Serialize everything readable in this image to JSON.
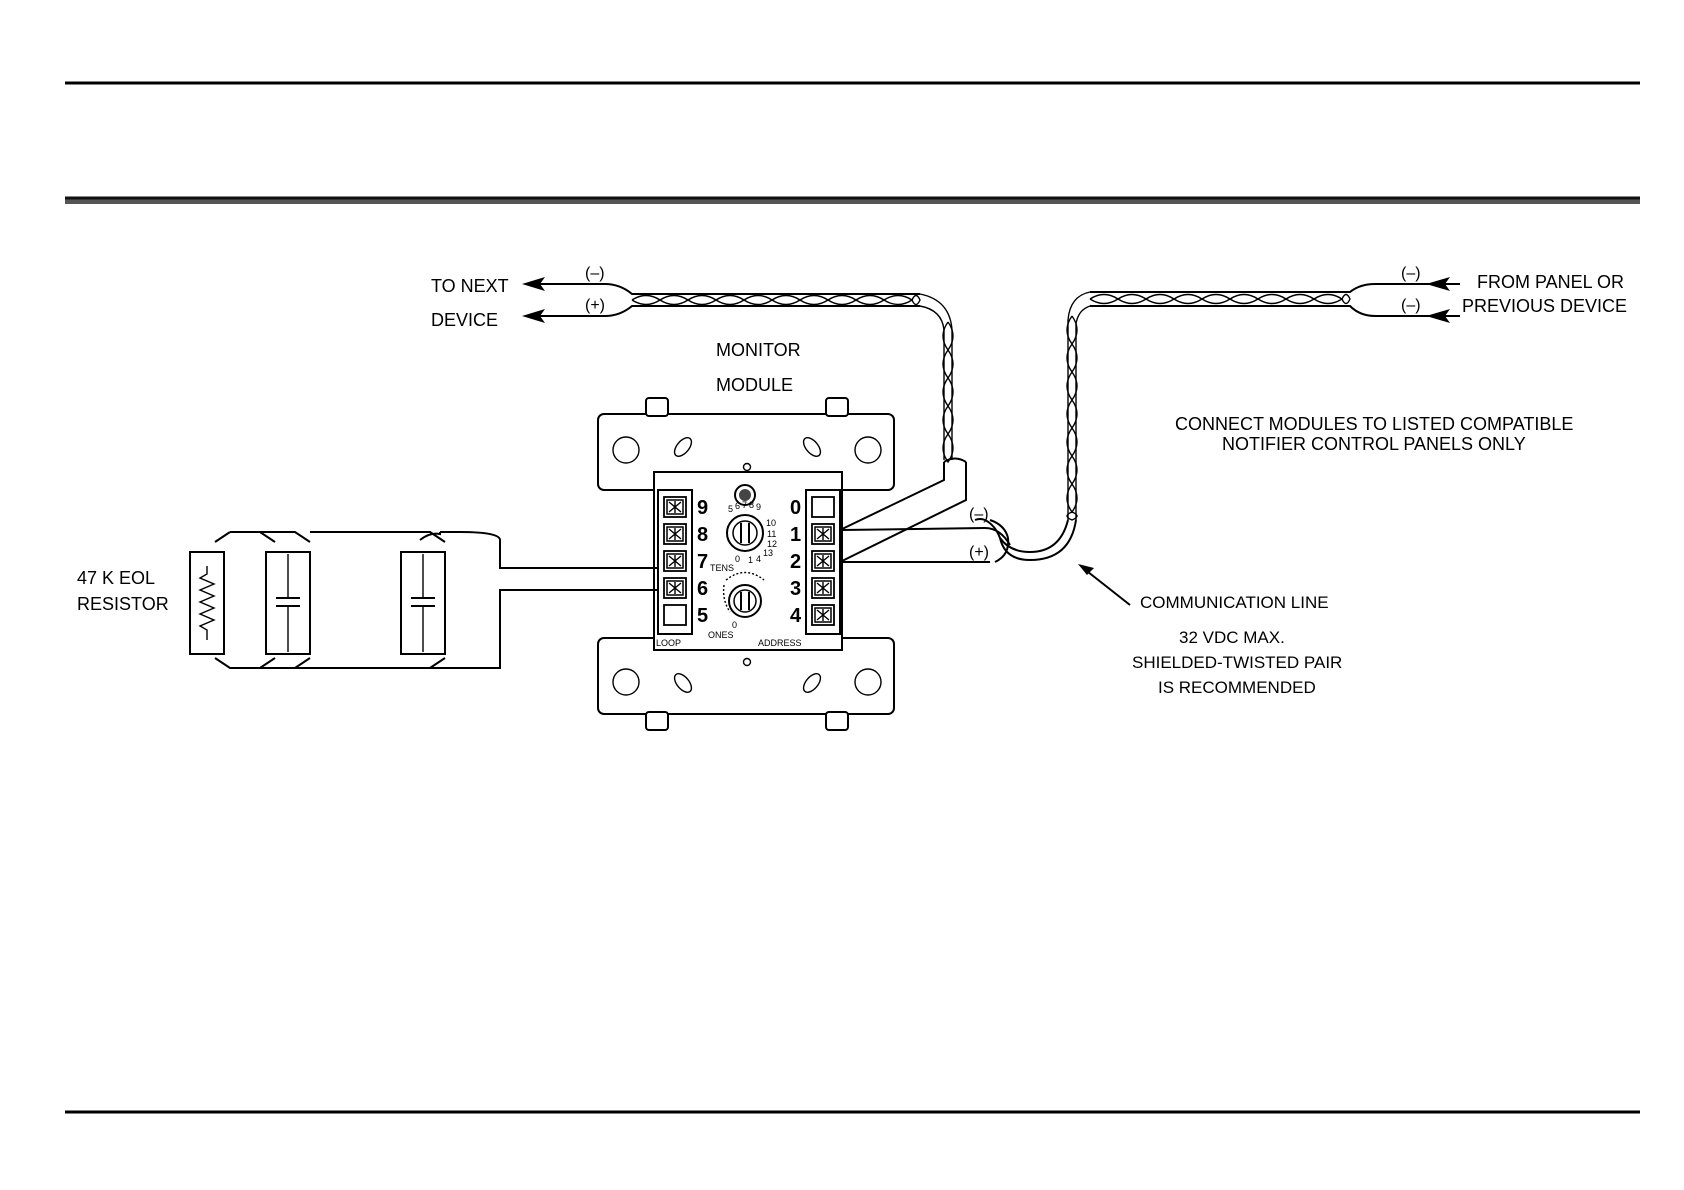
{
  "labels": {
    "to_next_device_1": "TO NEXT",
    "to_next_device_2": "DEVICE",
    "from_panel_1": "FROM PANEL OR",
    "from_panel_2": "PREVIOUS DEVICE",
    "monitor_1": "MONITOR",
    "monitor_2": "MODULE",
    "connect_1": "CONNECT MODULES TO LISTED COMPATIBLE",
    "connect_2": "NOTIFIER CONTROL PANELS ONLY",
    "eol_1": "47 K EOL",
    "eol_2": "RESISTOR",
    "comm_1": "COMMUNICATION LINE",
    "comm_2": "32 VDC MAX.",
    "comm_3": "SHIELDED-TWISTED PAIR",
    "comm_4": "IS RECOMMENDED",
    "polarity_neg": "(–)",
    "polarity_pos": "(+)",
    "loop_label": "LOOP",
    "address_label": "ADDRESS",
    "tens_label": "TENS",
    "ones_label": "ONES"
  },
  "terminals_left": [
    "9",
    "8",
    "7",
    "6",
    "5"
  ],
  "terminals_right": [
    "0",
    "1",
    "2",
    "3",
    "4"
  ],
  "tens_dial": [
    "5",
    "6",
    "7",
    "8",
    "9",
    "10",
    "11",
    "12",
    "13",
    "0",
    "1",
    "4"
  ],
  "ones_dial": [
    "0"
  ]
}
